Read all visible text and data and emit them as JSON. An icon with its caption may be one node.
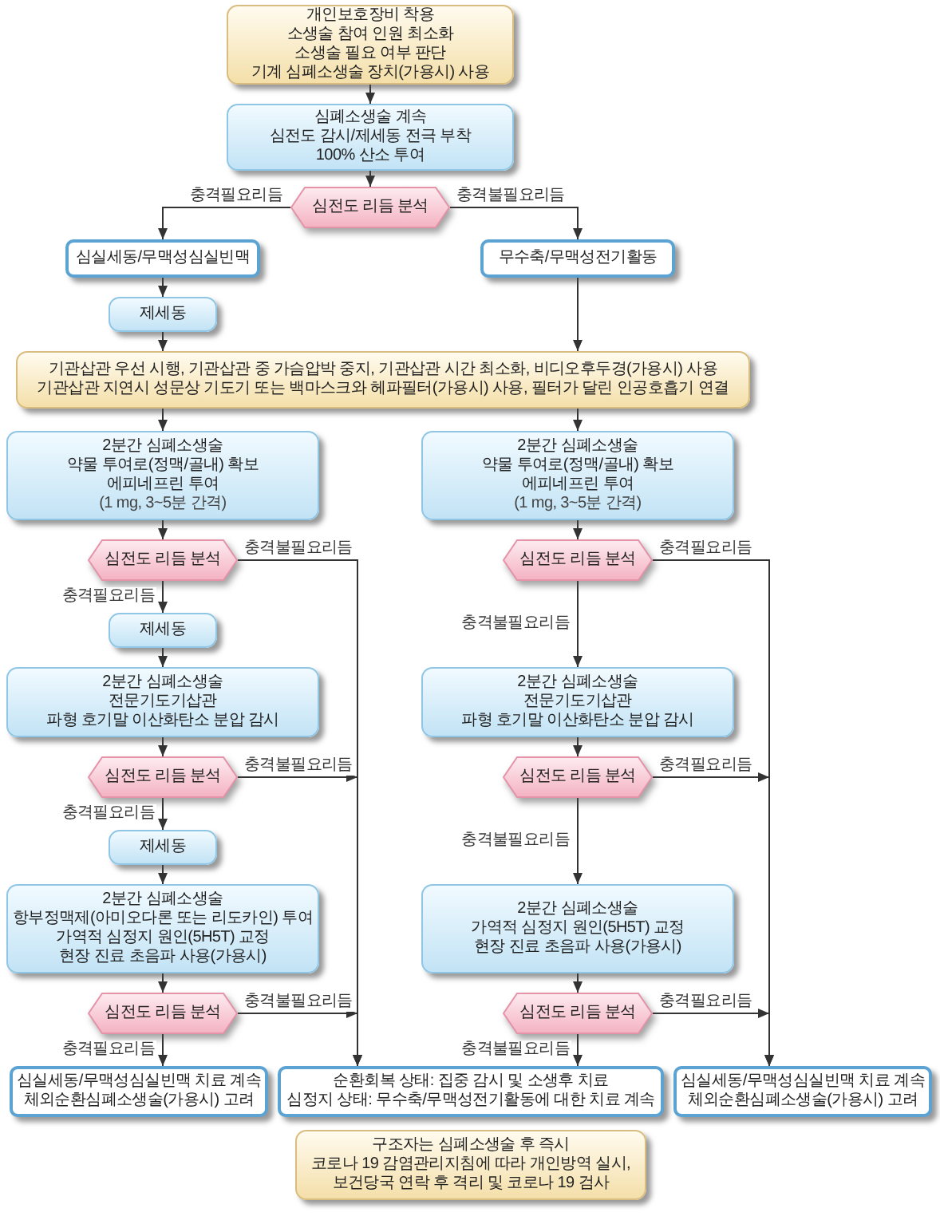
{
  "diagram": {
    "nodes": [
      {
        "text": [
          "개인보호장비 착용",
          "소생술 참여 인원 최소화",
          "소생술 필요 여부 판단",
          "기계 심폐소생술 장치(가용시) 사용"
        ]
      },
      {
        "text": [
          "심폐소생술 계속",
          "심전도 감시/제세동 전극 부착",
          "100% 산소 투여"
        ]
      },
      {
        "text": [
          "심전도 리듬 분석"
        ]
      },
      {
        "text": [
          "심실세동/무맥성심실빈맥"
        ]
      },
      {
        "text": [
          "무수축/무맥성전기활동"
        ]
      },
      {
        "text": [
          "제세동"
        ]
      },
      {
        "text": [
          "기관삽관 우선 시행, 기관삽관 중 가슴압박 중지, 기관삽관 시간 최소화, 비디오후두경(가용시) 사용",
          "기관삽관 지연시 성문상 기도기 또는 백마스크와 헤파필터(가용시) 사용, 필터가 달린 인공호흡기 연결"
        ]
      },
      {
        "text": [
          "2분간 심폐소생술",
          "약물 투여로(정맥/골내) 확보",
          "에피네프린 투여",
          "(1 mg, 3~5분 간격)"
        ]
      },
      {
        "text": [
          "2분간 심폐소생술",
          "약물 투여로(정맥/골내) 확보",
          "에피네프린 투여",
          "(1 mg, 3~5분 간격)"
        ]
      },
      {
        "text": [
          "심전도 리듬 분석"
        ]
      },
      {
        "text": [
          "심전도 리듬 분석"
        ]
      },
      {
        "text": [
          "제세동"
        ]
      },
      {
        "text": [
          "2분간 심폐소생술",
          "전문기도기삽관",
          "파형 호기말 이산화탄소 분압 감시"
        ]
      },
      {
        "text": [
          "2분간 심폐소생술",
          "전문기도기삽관",
          "파형 호기말 이산화탄소 분압 감시"
        ]
      },
      {
        "text": [
          "심전도 리듬 분석"
        ]
      },
      {
        "text": [
          "심전도 리듬 분석"
        ]
      },
      {
        "text": [
          "제세동"
        ]
      },
      {
        "text": [
          "2분간 심폐소생술",
          "항부정맥제(아미오다론 또는 리도카인) 투여",
          "가역적 심정지 원인(5H5T) 교정",
          "현장 진료 초음파 사용(가용시)"
        ]
      },
      {
        "text": [
          "2분간 심폐소생술",
          "가역적 심정지 원인(5H5T) 교정",
          "현장 진료 초음파 사용(가용시)"
        ]
      },
      {
        "text": [
          "심전도 리듬 분석"
        ]
      },
      {
        "text": [
          "심전도 리듬 분석"
        ]
      },
      {
        "text": [
          "심실세동/무맥성심실빈맥 치료 계속",
          "체외순환심폐소생술(가용시) 고려"
        ]
      },
      {
        "text": [
          "순환회복 상태: 집중 감시 및 소생후 치료",
          "심정지 상태: 무수축/무맥성전기활동에 대한 치료 계속"
        ]
      },
      {
        "text": [
          "심실세동/무맥성심실빈맥 치료 계속",
          "체외순환심폐소생술(가용시) 고려"
        ]
      },
      {
        "text": [
          "구조자는 심폐소생술 후 즉시",
          "코로나 19 감염관리지침에 따라 개인방역 실시,",
          "보건당국 연락 후 격리 및 코로나 19 검사"
        ]
      }
    ],
    "edges": [
      {
        "from": 0,
        "to": 1,
        "arrow": "to"
      },
      {
        "from": 1,
        "to": 2,
        "arrow": "to"
      },
      {
        "from": 2,
        "to": 3,
        "arrow": "to",
        "label": "충격필요리듬"
      },
      {
        "from": 2,
        "to": 4,
        "arrow": "to",
        "label": "충격불필요리듬"
      },
      {
        "from": 3,
        "to": 5,
        "arrow": "to"
      },
      {
        "from": 5,
        "to": 6,
        "arrow": "to"
      },
      {
        "from": 4,
        "to": 6,
        "arrow": "to"
      },
      {
        "from": 6,
        "to": 7,
        "arrow": "to"
      },
      {
        "from": 6,
        "to": 8,
        "arrow": "to"
      },
      {
        "from": 7,
        "to": 9,
        "arrow": "to"
      },
      {
        "from": 8,
        "to": 10,
        "arrow": "to"
      },
      {
        "from": 9,
        "to": 11,
        "arrow": "to",
        "label": "충격필요리듬"
      },
      {
        "from": 9,
        "to": 22,
        "arrow": "to",
        "label": "충격불필요리듬"
      },
      {
        "from": 10,
        "to": 13,
        "arrow": "to",
        "label": "충격불필요리듬"
      },
      {
        "from": 10,
        "to": 23,
        "arrow": "to",
        "label": "충격필요리듬"
      },
      {
        "from": 11,
        "to": 12,
        "arrow": "to"
      },
      {
        "from": 12,
        "to": 14,
        "arrow": "to"
      },
      {
        "from": 13,
        "to": 15,
        "arrow": "to"
      },
      {
        "from": 14,
        "to": 16,
        "arrow": "to",
        "label": "충격필요리듬"
      },
      {
        "from": 14,
        "to": 22,
        "arrow": "to",
        "label": "충격불필요리듬"
      },
      {
        "from": 15,
        "to": 18,
        "arrow": "to",
        "label": "충격불필요리듬"
      },
      {
        "from": 15,
        "to": 23,
        "arrow": "to",
        "label": "충격필요리듬"
      },
      {
        "from": 16,
        "to": 17,
        "arrow": "to"
      },
      {
        "from": 17,
        "to": 19,
        "arrow": "to"
      },
      {
        "from": 18,
        "to": 20,
        "arrow": "to"
      },
      {
        "from": 19,
        "to": 21,
        "arrow": "to",
        "label": "충격필요리듬"
      },
      {
        "from": 19,
        "to": 22,
        "arrow": "to",
        "label": "충격불필요리듬"
      },
      {
        "from": 20,
        "to": 22,
        "arrow": "to",
        "label": "충격불필요리듬"
      },
      {
        "from": 20,
        "to": 23,
        "arrow": "to",
        "label": "충격필요리듬"
      }
    ]
  }
}
